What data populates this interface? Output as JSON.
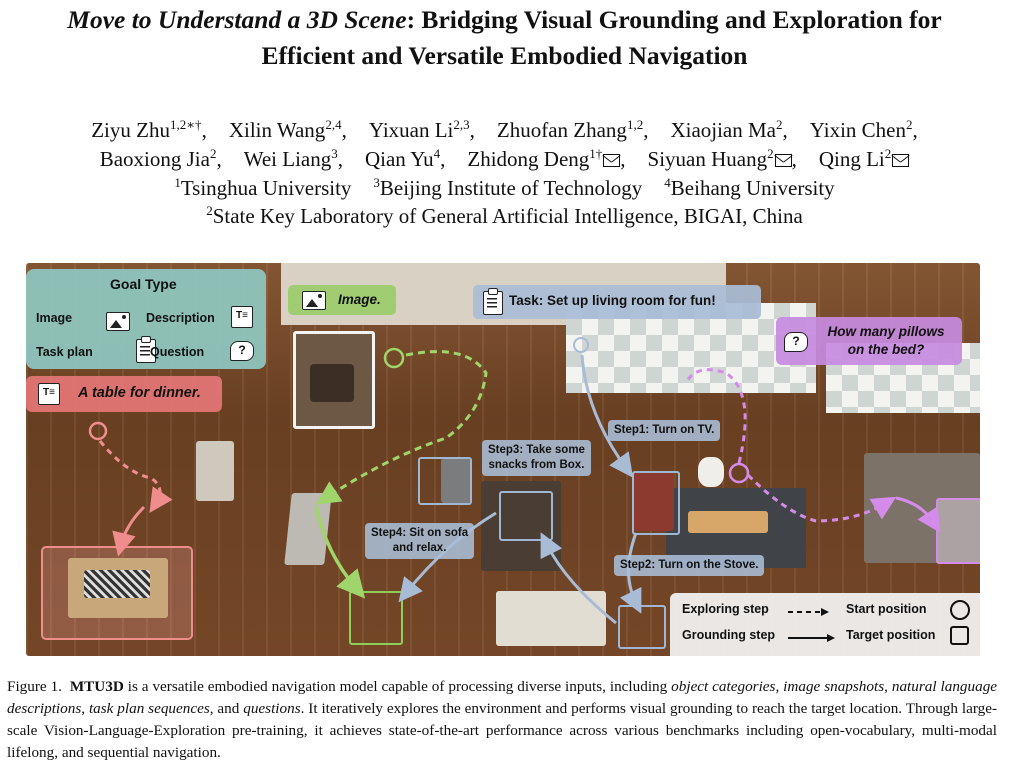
{
  "paper": {
    "title_italic": "Move to Understand a 3D Scene",
    "title_rest": ": Bridging Visual Grounding and Exploration for",
    "title_line2": "Efficient and Versatile Embodied Navigation",
    "authors_line1": [
      {
        "name": "Ziyu Zhu",
        "sup": "1,2∗†"
      },
      {
        "name": "Xilin Wang",
        "sup": "2,4"
      },
      {
        "name": "Yixuan Li",
        "sup": "2,3"
      },
      {
        "name": "Zhuofan Zhang",
        "sup": "1,2"
      },
      {
        "name": "Xiaojian Ma",
        "sup": "2"
      },
      {
        "name": "Yixin Chen",
        "sup": "2"
      }
    ],
    "authors_line2": [
      {
        "name": "Baoxiong Jia",
        "sup": "2"
      },
      {
        "name": "Wei Liang",
        "sup": "3"
      },
      {
        "name": "Qian Yu",
        "sup": "4"
      },
      {
        "name": "Zhidong Deng",
        "sup": "1†"
      },
      {
        "name": "Siyuan Huang",
        "sup": "2"
      },
      {
        "name": "Qing Li",
        "sup": "2"
      }
    ],
    "affiliations_line1": [
      {
        "sup": "1",
        "name": "Tsinghua University"
      },
      {
        "sup": "3",
        "name": "Beijing Institute of Technology"
      },
      {
        "sup": "4",
        "name": "Beihang University"
      }
    ],
    "affiliations_line2": {
      "sup": "2",
      "name": "State Key Laboratory of General Artificial Intelligence, BIGAI, China"
    }
  },
  "figure": {
    "goal_type_title": "Goal Type",
    "goal_types": {
      "image": "Image",
      "description": "Description",
      "task_plan": "Task plan",
      "question": "Question"
    },
    "desc_goal": "A table for dinner.",
    "image_goal": "Image.",
    "task_goal": "Task: Set up living room for fun!",
    "question_goal_line1": "How many pillows",
    "question_goal_line2": "on the bed?",
    "steps": {
      "step1": "Step1: Turn on TV.",
      "step2": "Step2: Turn on the Stove.",
      "step3_line1": "Step3: Take some",
      "step3_line2": "snacks from Box.",
      "step4_line1": "Step4: Sit on sofa",
      "step4_line2": "and relax."
    },
    "legend": {
      "exploring": "Exploring  step",
      "grounding": "Grounding step",
      "start": "Start position",
      "target": "Target position"
    },
    "colors": {
      "goal_panel": "#8fc9c1",
      "desc_red": "#e07070",
      "image_green": "#9ccc6a",
      "task_blue": "#a9bcd6",
      "question_purple": "#c78be0"
    }
  },
  "caption": {
    "label": "Figure 1.",
    "model": "MTU3D",
    "t1": " is a versatile embodied navigation model capable of processing diverse inputs, including ",
    "i1": "object categories",
    "t2": ", ",
    "i2": "image snapshots",
    "t3": ", ",
    "i3": "natural language descriptions",
    "t4": ", ",
    "i4": "task plan sequences",
    "t5": ", and ",
    "i5": "questions",
    "t6": ". It iteratively explores the environment and performs visual grounding to reach the target location. Through large-scale Vision-Language-Exploration pre-training, it achieves state-of-the-art performance across various benchmarks including open-vocabulary, multi-modal lifelong, and sequential navigation."
  }
}
